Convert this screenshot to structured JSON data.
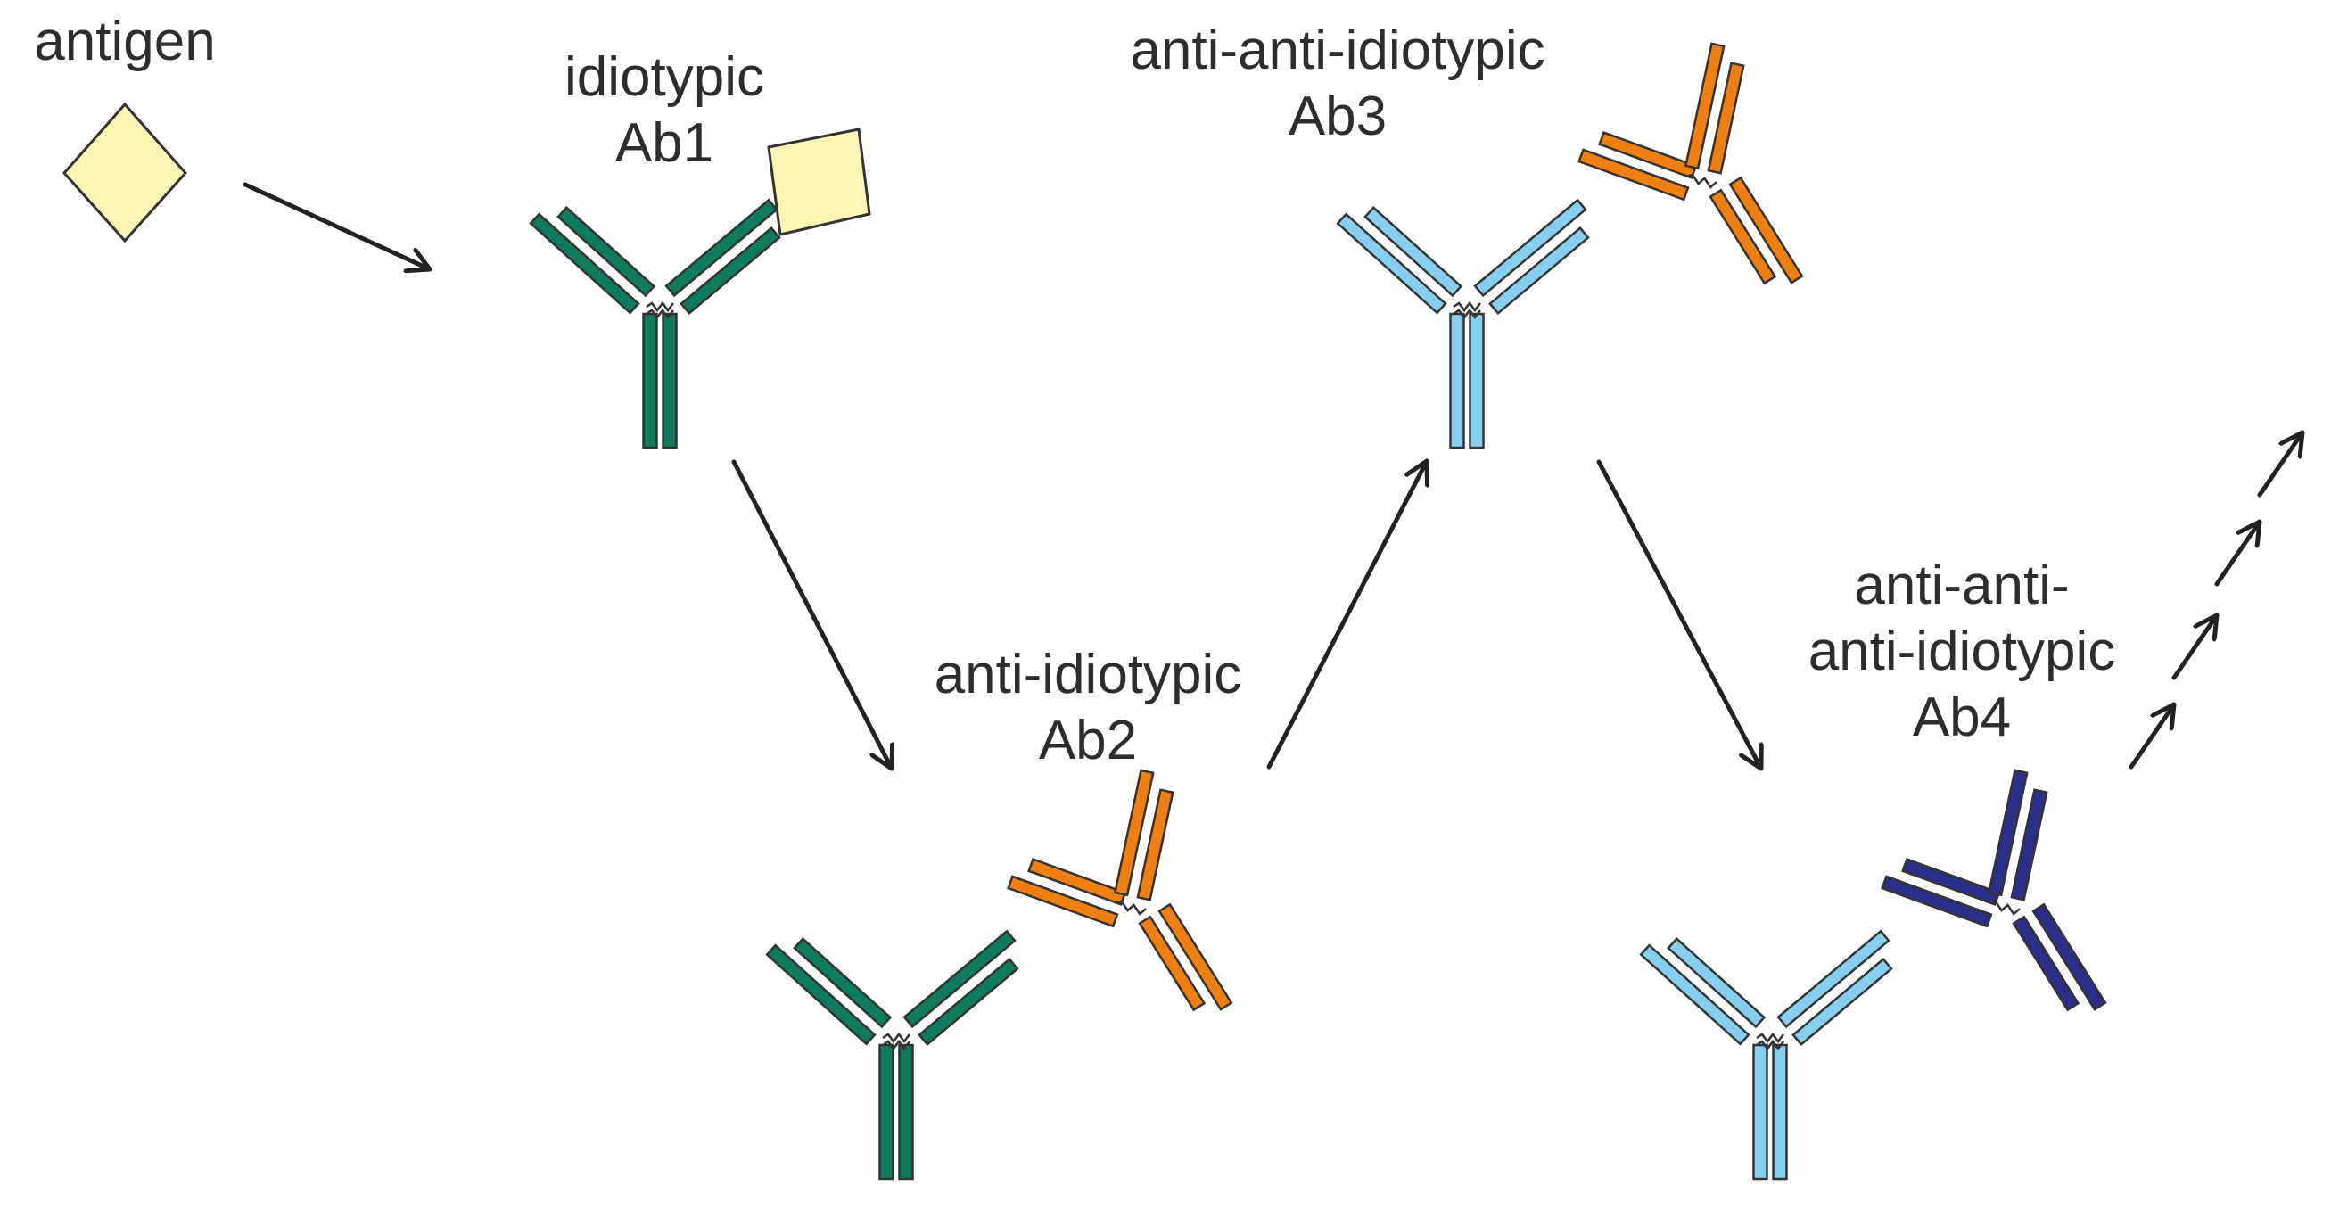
{
  "labels": {
    "antigen": "antigen",
    "ab1": [
      "idiotypic",
      "Ab1"
    ],
    "ab2": [
      "anti-idiotypic",
      "Ab2"
    ],
    "ab3": [
      "anti-anti-idiotypic",
      "Ab3"
    ],
    "ab4": [
      "anti-anti-",
      "anti-idiotypic",
      "Ab4"
    ]
  },
  "colors": {
    "antigen": "#fdf6b4",
    "ab1": "#0e7a5e",
    "ab3": "#86cfee",
    "ab2_variable": "#f07f12",
    "ab4_variable": "#2b2e8a",
    "arrow": "#222222",
    "outline": "#333333"
  }
}
